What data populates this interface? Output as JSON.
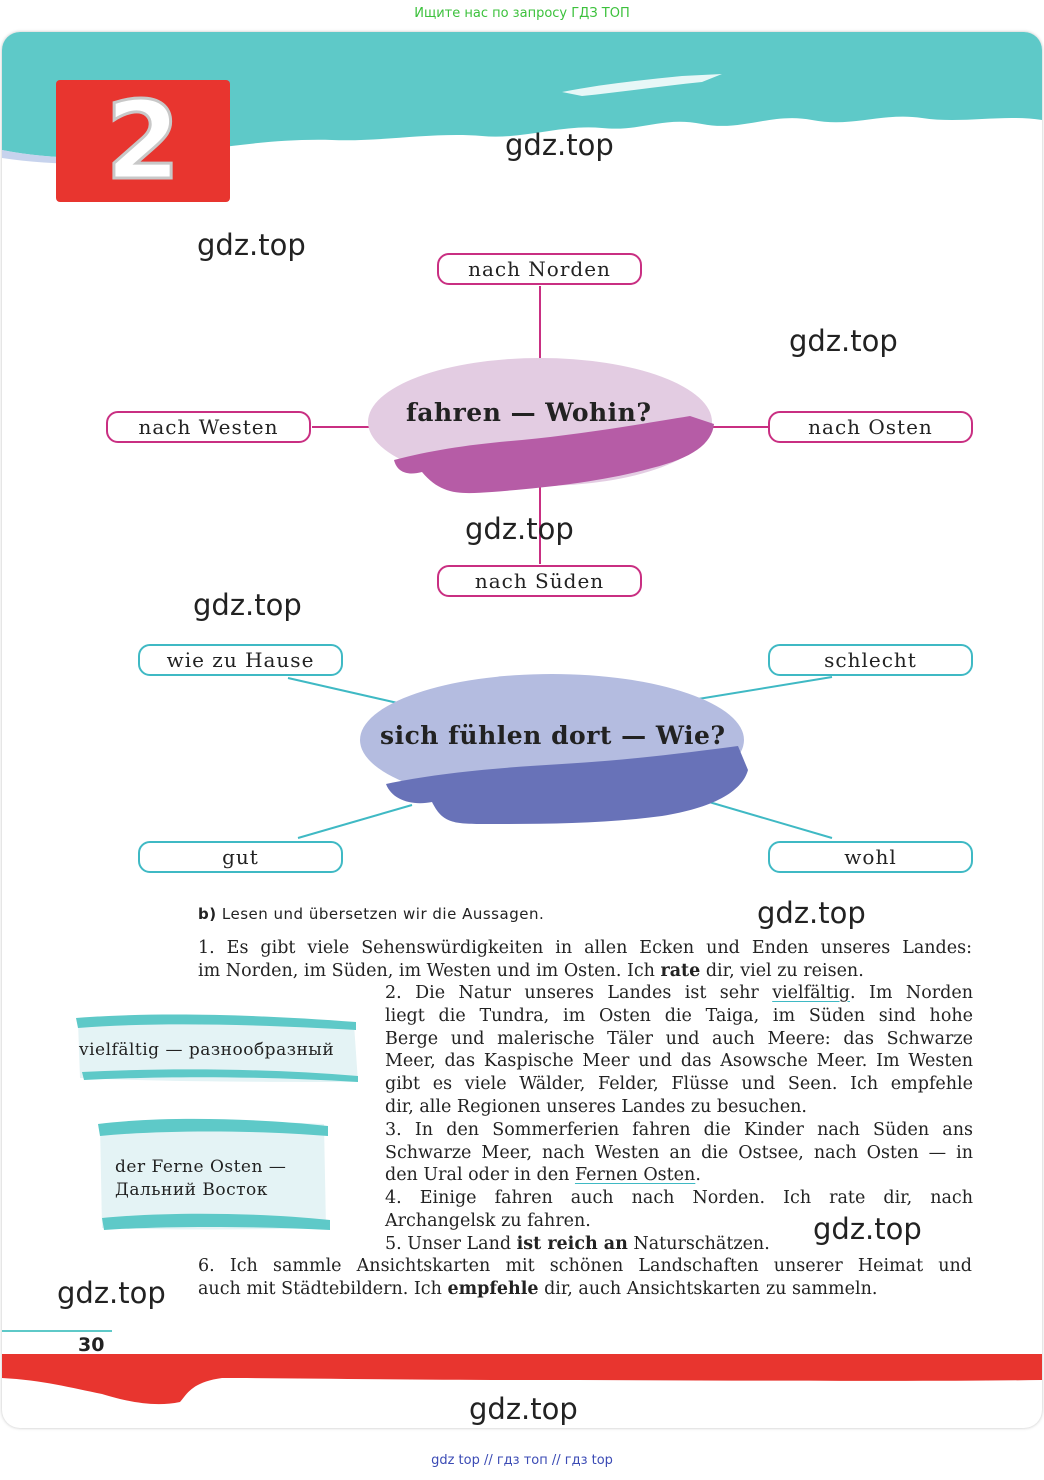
{
  "header": {
    "top_link": "Ищите нас по запросу ГДЗ ТОП"
  },
  "footer": {
    "bottom_link": "gdz top  //  гдз топ  //  гдз top",
    "page_number": "30"
  },
  "watermark": "gdz.top",
  "section_number": "2",
  "mindmap1": {
    "center": "fahren — Wohin?",
    "north": "nach Norden",
    "west": "nach Westen",
    "east": "nach Osten",
    "south": "nach Süden"
  },
  "mindmap2": {
    "center": "sich fühlen dort — Wie?",
    "top_left": "wie zu Hause",
    "top_right": "schlecht",
    "bottom_left": "gut",
    "bottom_right": "wohl"
  },
  "exercise": {
    "letter": "b)",
    "instruction": "Lesen und übersetzen wir die Aussagen.",
    "s1_line1": "1. Es gibt viele Sehenswürdigkeiten in allen Ecken und Enden unseres Landes:",
    "s1_line2_a": "im Norden, im Süden, im Westen und im Osten. Ich ",
    "s1_bold": "rate",
    "s1_line2_b": " dir, viel zu reisen.",
    "s2_a": "2. Die Natur unseres Landes ist sehr ",
    "s2_ul": "vielfältig",
    "s2_b": ". Im Norden",
    "s2_l2": "liegt die Tundra, im Osten die Taiga, im Süden sind hohe",
    "s2_l3": "Berge und malerische Täler und auch Meere: das Schwarze",
    "s2_l4": "Meer, das Kaspische Meer und das Asowsche Meer. Im Westen",
    "s2_l5": "gibt es viele Wälder, Felder, Flüsse und Seen. Ich empfehle",
    "s2_l6": "dir, alle Regionen unseres Landes zu besuchen.",
    "s3_l1": "3. In den Sommerferien fahren die Kinder nach Süden ans",
    "s3_l2": "Schwarze Meer, nach Westen an die Ostsee, nach Osten — in",
    "s3_l3_a": "den Ural oder in den ",
    "s3_ul": "Fernen Osten",
    "s3_l3_b": ".",
    "s4_l1": "4. Einige fahren auch nach Norden. Ich rate dir, nach",
    "s4_l2": "Archangelsk zu fahren.",
    "s5_a": "5. Unser Land ",
    "s5_bold": "ist reich an",
    "s5_b": " Naturschätzen.",
    "s6_l1": "6. Ich sammle Ansichtskarten mit schönen Landschaften unserer Heimat und",
    "s6_l2_a": "auch mit Städtebildern. Ich ",
    "s6_bold": "empfehle",
    "s6_l2_b": " dir, auch Ansichtskarten zu sammeln."
  },
  "glossary": {
    "g1": "vielfältig — разнообразный",
    "g2_l1": "der Ferne Osten —",
    "g2_l2": "Дальний Восток"
  }
}
